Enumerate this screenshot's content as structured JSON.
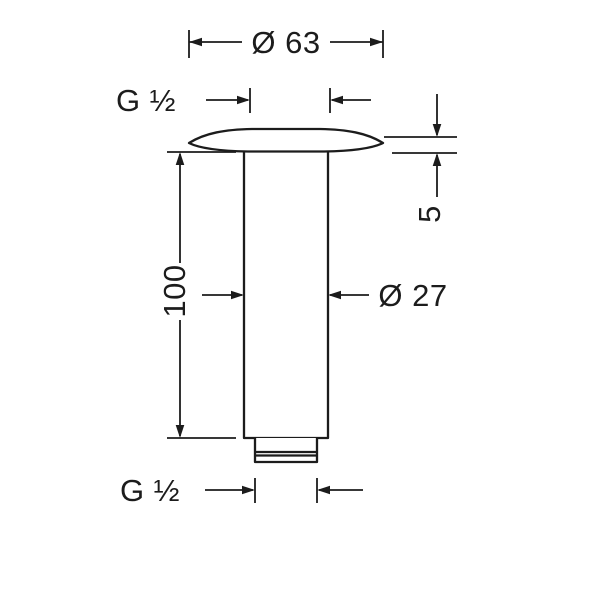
{
  "meta": {
    "background": "#ffffff",
    "ink": "#1c1c1c",
    "drawing_type": "product dimension drawing"
  },
  "drawing": {
    "part": "ceiling-connector",
    "dimensions": {
      "top_diameter": {
        "label": "Ø 63"
      },
      "top_thread": {
        "label": "G ½"
      },
      "flange_thickness": {
        "label": "5"
      },
      "body_length": {
        "label": "100"
      },
      "body_diameter": {
        "label": "Ø 27"
      },
      "bottom_thread": {
        "label": "G ½"
      }
    }
  }
}
